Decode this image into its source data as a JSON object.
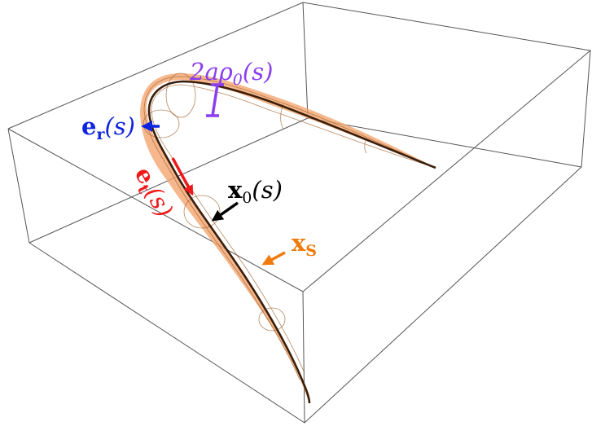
{
  "figure": {
    "colors": {
      "box": "#555555",
      "tube_fill": "#f2a36a",
      "tube_edge": "#a0602c",
      "centerline": "#3a1e0c",
      "radius_marker": "#8a3ef0",
      "er": "#1024e0",
      "et": "#ee1a1a",
      "x0": "#000000",
      "xs": "#f07a0a"
    },
    "labels": {
      "radius": {
        "main": "2aρ",
        "sub": "0",
        "arg": "(s)"
      },
      "er": {
        "main": "e",
        "sub": "r",
        "arg": "(s)"
      },
      "et": {
        "main": "e",
        "sub": "t",
        "arg": "(s)"
      },
      "x0": {
        "main": "x",
        "sub": "0",
        "arg": "(s)"
      },
      "xs": {
        "main": "x",
        "sub": "S"
      }
    }
  }
}
